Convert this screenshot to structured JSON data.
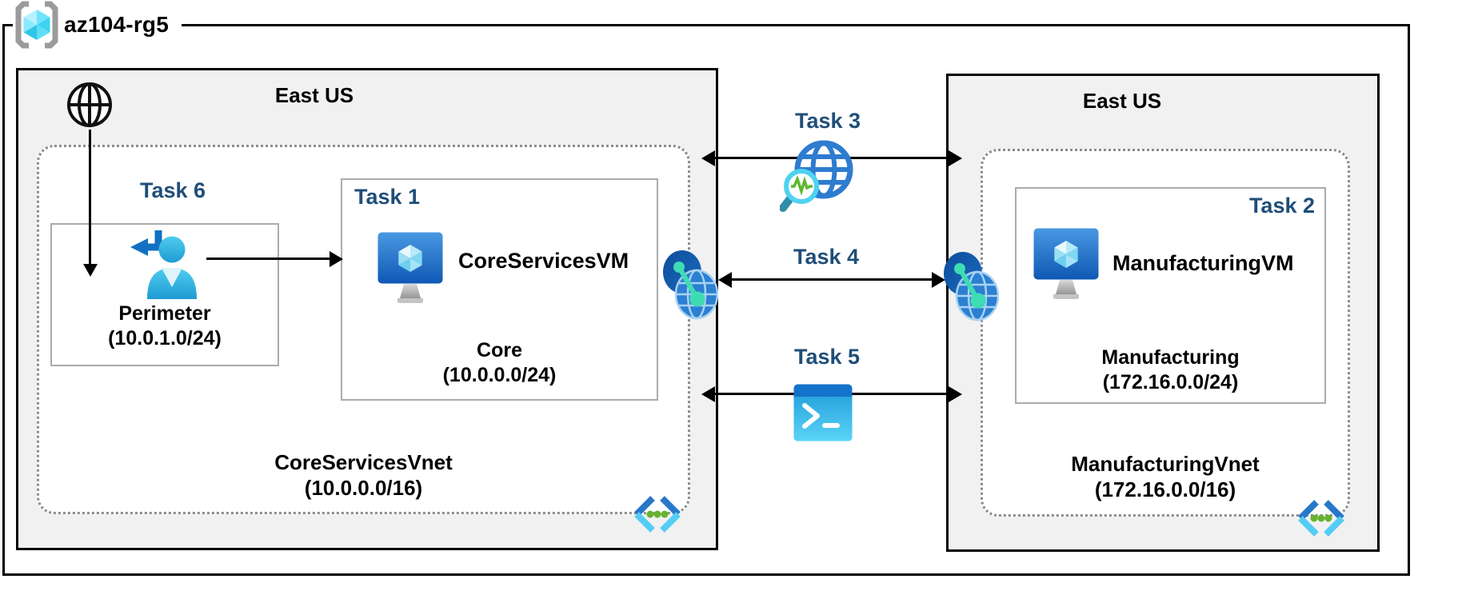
{
  "resource_group": {
    "name": "az104-rg5",
    "icon": "resource-group-icon"
  },
  "left_region": {
    "title": "East US",
    "internet_icon": "internet-globe-icon",
    "perimeter_subnet": {
      "task_label": "Task 6",
      "icon": "user-sign-in-icon",
      "name": "Perimeter",
      "cidr": "(10.0.1.0/24)"
    },
    "core_subnet": {
      "task_label": "Task 1",
      "vm_icon": "virtual-machine-icon",
      "vm_name": "CoreServicesVM",
      "name": "Core",
      "cidr": "(10.0.0.0/24)"
    },
    "vnet_name": "CoreServicesVnet",
    "vnet_cidr": "(10.0.0.0/16)",
    "vnet_icon": "virtual-network-brackets-icon",
    "peering_icon": "vnet-peering-icon"
  },
  "right_region": {
    "title": "East US",
    "manufacturing_subnet": {
      "task_label": "Task 2",
      "vm_icon": "virtual-machine-icon",
      "vm_name": "ManufacturingVM",
      "name": "Manufacturing",
      "cidr": "(172.16.0.0/24)"
    },
    "vnet_name": "ManufacturingVnet",
    "vnet_cidr": "(172.16.0.0/16)",
    "vnet_icon": "virtual-network-brackets-icon",
    "peering_icon": "vnet-peering-icon"
  },
  "connections": {
    "task3": {
      "label": "Task 3",
      "icon": "network-watcher-icon"
    },
    "task4": {
      "label": "Task 4",
      "icon": "vnet-peering-icon"
    },
    "task5": {
      "label": "Task 5",
      "icon": "cloud-shell-icon"
    }
  },
  "colors": {
    "task_label_blue": "#1F4E79",
    "region_fill": "#F1F1F2",
    "cube_cyan": "#50E6FF",
    "arrow_black": "#000000"
  }
}
